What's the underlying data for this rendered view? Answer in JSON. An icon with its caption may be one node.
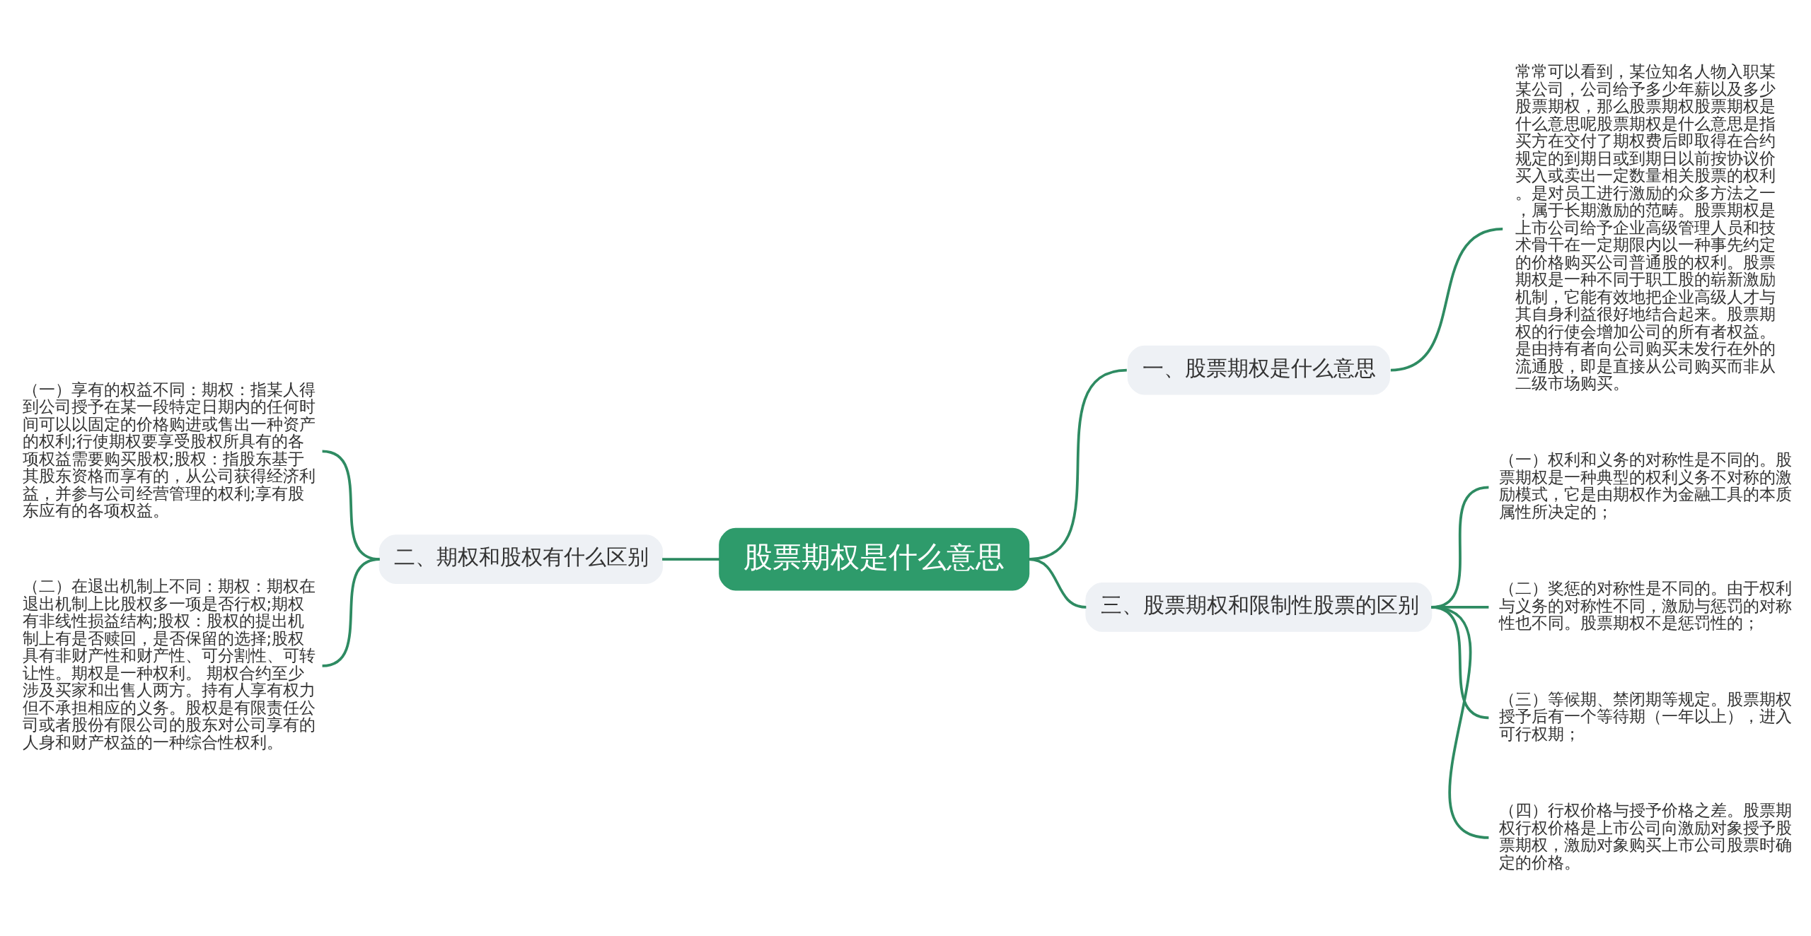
{
  "diagram": {
    "nodes": [
      {
        "text": [
          "股票期权是什么意思"
        ]
      },
      {
        "text": [
          "一、股票期权是什么意思"
        ]
      },
      {
        "text": [
          "常常可以看到，某位知名人物入职某某公司，公司给予多少年薪以及多少股票期权，那么股票期权股票期权是什么意思呢股票期权是什么意思是指买方在交付了期权费后即取得在合约规定的到期日或到期日以前按协议价买入或卖出一定数量相关股票的权利。是对员工进行激励的众多方法之一，属于长期激励的范畴。股票期权是上市公司给予企业高级管理人员和技术骨干在一定期限内以一种事先约定的价格购买公司普通股的权利。股票期权是一种不同于职工股的崭新激励机制，它能有效地把企业高级人才与其自身利益很好地结合起来。股票期权的行使会增加公司的所有者权益。是由持有者向公司购买未发行在外的流通股，即是直接从公司购买而非从二级市场购买。"
        ]
      },
      {
        "text": [
          "二、期权和股权有什么区别"
        ]
      },
      {
        "text": [
          "（一）享有的权益不同：期权：指某人得到公司授予在某一段特定日期内的任何时间可以以固定的价格购进或售出一种资产的权利;行使期权要享受股权所具有的各项权益需要购买股权;股权：指股东基于其股东资格而享有的，从公司获得经济利益，并参与公司经营管理的权利;享有股东应有的各项权益。"
        ]
      },
      {
        "text": [
          "（二）在退出机制上不同：期权：期权在退出机制上比股权多一项是否行权;期权有非线性损益结构;股权：股权的提出机制上有是否赎回，是否保留的选择;股权具有非财产性和财产性、可分割性、可转让性。期权是一种权利。 期权合约至少涉及买家和出售人两方。持有人享有权力但不承担相应的义务。股权是有限责任公司或者股份有限公司的股东对公司享有的人身和财产权益的一种综合性权利。"
        ]
      },
      {
        "text": [
          "三、股票期权和限制性股票的区别"
        ]
      },
      {
        "text": [
          "（一）权利和义务的对称性是不同的。股票期权是一种典型的权利义务不对称的激励模式，它是由期权作为金融工具的本质属性所决定的；"
        ]
      },
      {
        "text": [
          "（二）奖惩的对称性是不同的。由于权利与义务的对称性不同，激励与惩罚的对称性也不同。股票期权不是惩罚性的；"
        ]
      },
      {
        "text": [
          "（三）等候期、禁闭期等规定。股票期权授予后有一个等待期（一年以上），进入可行权期；"
        ]
      },
      {
        "text": [
          "（四）行权价格与授予价格之差。股票期权行权价格是上市公司向激励对象授予股票期权，激励对象购买上市公司股票时确定的价格。"
        ]
      }
    ],
    "edges": [
      {
        "from": 0,
        "to": 1,
        "arrow": "none"
      },
      {
        "from": 1,
        "to": 2,
        "arrow": "none"
      },
      {
        "from": 0,
        "to": 3,
        "arrow": "none"
      },
      {
        "from": 3,
        "to": 4,
        "arrow": "none"
      },
      {
        "from": 3,
        "to": 5,
        "arrow": "none"
      },
      {
        "from": 0,
        "to": 6,
        "arrow": "none"
      },
      {
        "from": 6,
        "to": 7,
        "arrow": "none"
      },
      {
        "from": 6,
        "to": 8,
        "arrow": "none"
      },
      {
        "from": 6,
        "to": 9,
        "arrow": "none"
      },
      {
        "from": 6,
        "to": 10,
        "arrow": "none"
      }
    ]
  }
}
